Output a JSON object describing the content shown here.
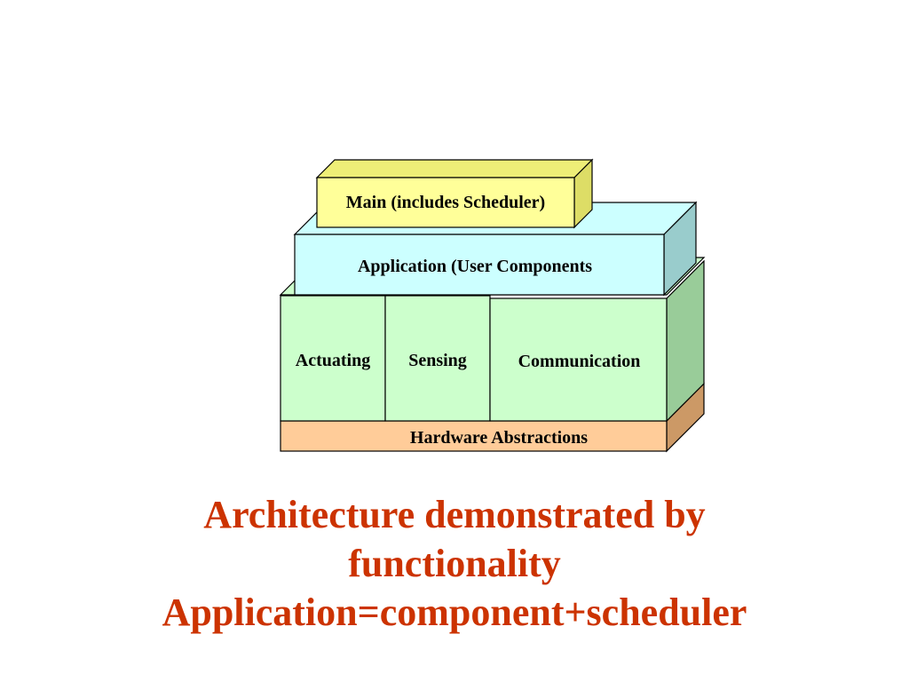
{
  "diagram": {
    "main_label": "Main (includes Scheduler)",
    "application_label": "Application (User Components",
    "actuating_label": "Actuating",
    "sensing_label": "Sensing",
    "communication_label": "Communication",
    "hardware_label": "Hardware Abstractions",
    "colors": {
      "main_front": "#ffff99",
      "main_top": "#eeee77",
      "main_side": "#dddd66",
      "app_front": "#ccffff",
      "app_side": "#99cccc",
      "component_front": "#ccffcc",
      "component_side": "#99cc99",
      "hardware_front": "#ffcc99",
      "hardware_side": "#cc9966",
      "outline": "#000000"
    }
  },
  "caption": {
    "line1": "Architecture demonstrated by",
    "line2": "functionality",
    "line3": "Application=component+scheduler",
    "color": "#cc3300"
  }
}
